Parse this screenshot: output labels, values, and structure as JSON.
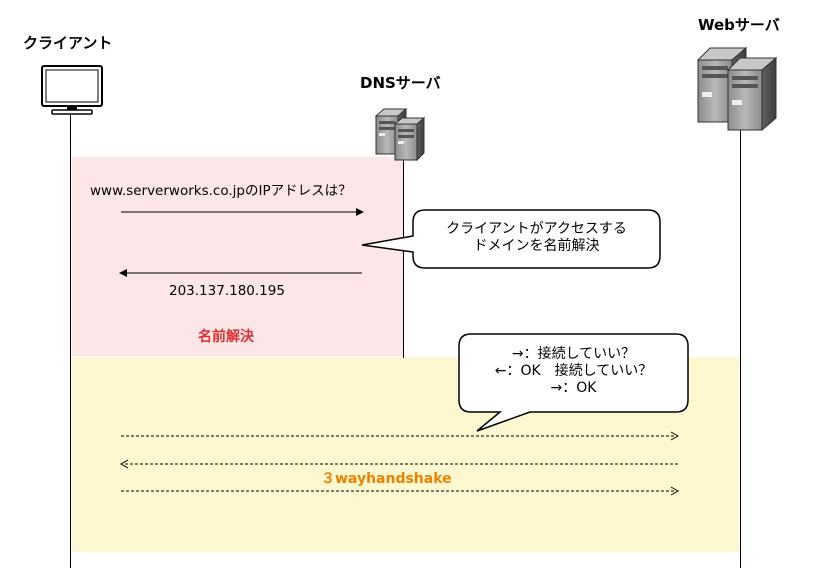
{
  "actors": {
    "client": "クライアント",
    "dns": "DNSサーバ",
    "web": "Webサーバ"
  },
  "dns_phase": {
    "query": "www.serverworks.co.jpのIPアドレスは？",
    "answer": "203.137.180.195",
    "title": "名前解決",
    "note_line1": "クライアントがアクセスする",
    "note_line2": "ドメインを名前解決"
  },
  "handshake_phase": {
    "title": "３wayhandshake",
    "note_line1": "→：接続していい？",
    "note_line2": "←：OK　接続していい？",
    "note_line3": "→：OK"
  },
  "colors": {
    "dns_zone": "#fde6e8",
    "handshake_zone": "#fdf8cf",
    "dns_title": "#e03030",
    "handshake_title": "#f08000"
  },
  "icons": {
    "client": "monitor-icon",
    "dns": "server-icon",
    "web": "server-icon"
  }
}
